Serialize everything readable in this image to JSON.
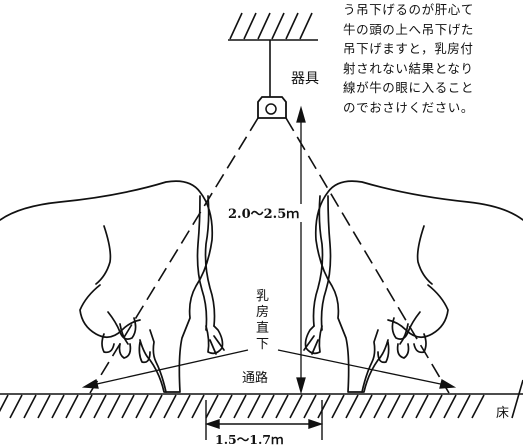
{
  "paragraph_lines": [
    "う吊下げるのが肝心て",
    "牛の頭の上へ吊下げた",
    "吊下げますと，乳房付",
    "射されない結果となり",
    "線が牛の眼に入ること",
    "のでおさけください。"
  ],
  "labels": {
    "fixture": "器具",
    "height": "2.0～2.5ｍ",
    "udder_below": [
      "乳",
      "房",
      "直",
      "下"
    ],
    "passage": "通路",
    "floor": "床",
    "spacing": "1.5～1.7ｍ"
  }
}
